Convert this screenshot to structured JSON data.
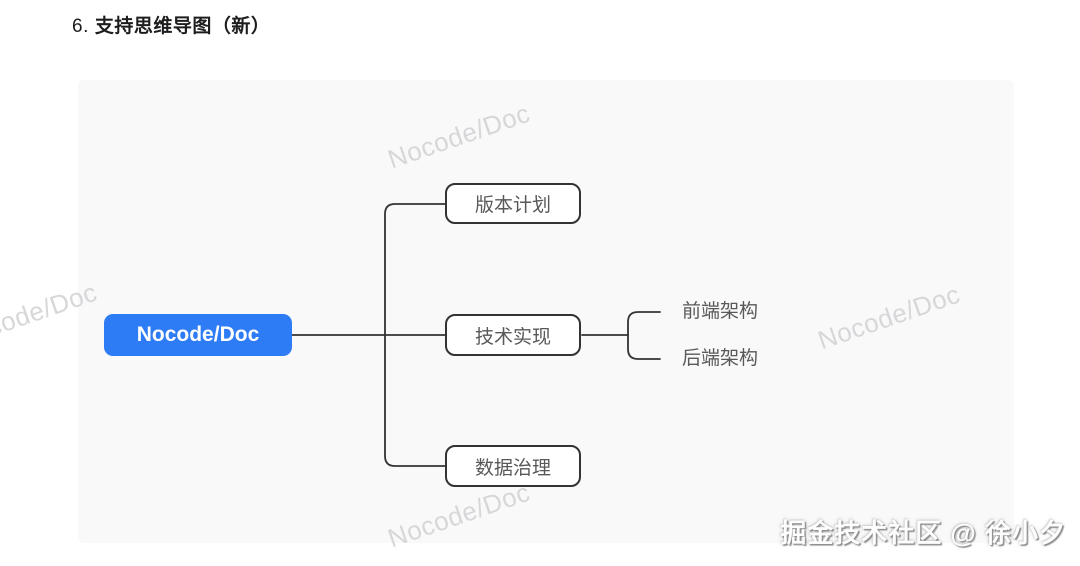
{
  "page": {
    "title_number": "6.",
    "title_text": "支持思维导图（新）"
  },
  "mindmap": {
    "root": {
      "label": "Nocode/Doc"
    },
    "children": [
      {
        "label": "版本计划"
      },
      {
        "label": "技术实现",
        "children": [
          {
            "label": "前端架构"
          },
          {
            "label": "后端架构"
          }
        ]
      },
      {
        "label": "数据治理"
      }
    ]
  },
  "watermark": {
    "text": "Nocode/Doc"
  },
  "credit": {
    "text": "掘金技术社区 @ 徐小夕"
  },
  "colors": {
    "root_bg": "#2d7cf5",
    "root_text": "#ffffff",
    "connector_line": "#333333",
    "node_border": "#333333",
    "node_text": "#595959",
    "panel_bg": "#f9f9fa",
    "watermark_text": "#d7d7da",
    "title_text": "#1d1d1f"
  }
}
